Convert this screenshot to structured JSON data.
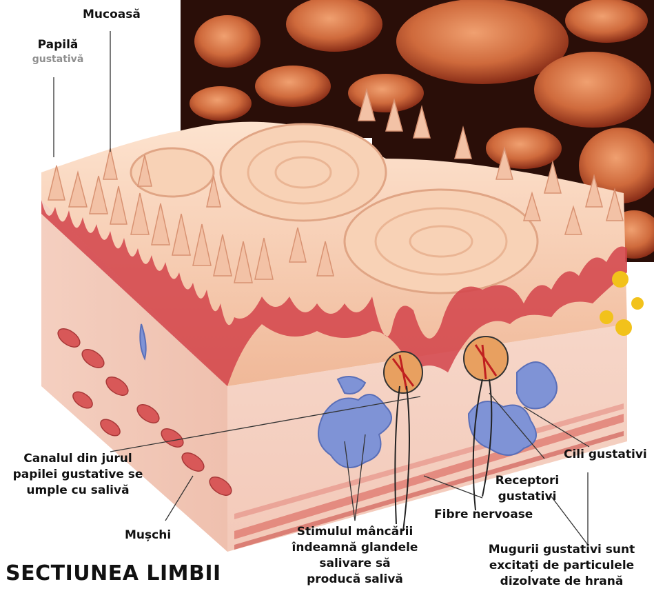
{
  "title": "SECTIUNEA LIMBII",
  "labels": {
    "papila_line1": "Papilă",
    "papila_line2": "gustativă",
    "mucoasa": "Mucoasă",
    "canal_line1": "Canalul din jurul",
    "canal_line2": "papilei gustative se",
    "canal_line3": "umple cu salivă",
    "muschi": "Mușchi",
    "stimul_line1": "Stimulul mâncării",
    "stimul_line2": "îndeamnă glandele",
    "stimul_line3": "salivare să",
    "stimul_line4": "producă salivă",
    "fibre": "Fibre nervoase",
    "receptori_line1": "Receptori",
    "receptori_line2": "gustativi",
    "cili": "Cili gustativi",
    "muguri_line1": "Mugurii gustativi sunt",
    "muguri_line2": "excitați de particulele",
    "muguri_line3": "dizolvate de hrană"
  },
  "colors": {
    "background_dark": "#2a0e08",
    "cell_orange": "#c85a32",
    "mucosa_pink": "#f2c3a8",
    "tissue_red": "#c7383a",
    "gland_blue": "#7f93d6",
    "fat_yellow": "#f2c21b"
  }
}
